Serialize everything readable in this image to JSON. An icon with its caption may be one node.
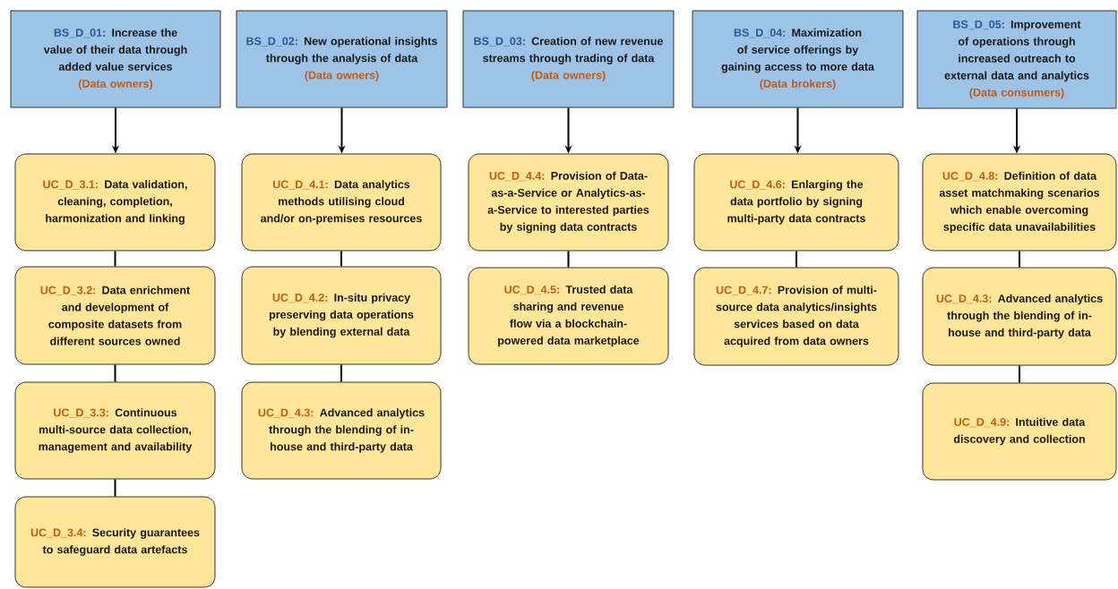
{
  "diagram": {
    "nodes": [
      {
        "text": [
          "BS_D_01:",
          "Increase the value of their data through added value services",
          "(Data owners)"
        ]
      },
      {
        "text": [
          "BS_D_02:",
          "New operational insights through the analysis of data",
          "(Data owners)"
        ]
      },
      {
        "text": [
          "BS_D_03:",
          "Creation of new revenue streams through trading of data",
          "(Data owners)"
        ]
      },
      {
        "text": [
          "BS_D_04:",
          "Maximization of service offerings by gaining access to more data",
          "(Data brokers)"
        ]
      },
      {
        "text": [
          "BS_D_05:",
          "Improvement of operations through increased outreach to external data and analytics",
          "(Data consumers)"
        ]
      },
      {
        "text": [
          "UC_D_3.1:",
          "Data validation, cleaning, completion, harmonization and linking"
        ]
      },
      {
        "text": [
          "UC_D_4.1:",
          "Data analytics methods utilising cloud and/or on-premises resources"
        ]
      },
      {
        "text": [
          "UC_D_4.4:",
          "Provision of Data-as-a-Service or Analytics-as-a-Service to interested parties by signing data contracts"
        ]
      },
      {
        "text": [
          "UC_D_4.6:",
          "Enlarging the data portfolio by signing multi-party data contracts"
        ]
      },
      {
        "text": [
          "UC_D_4.8:",
          "Definition of data asset matchmaking scenarios which enable overcoming specific data unavailabilities"
        ]
      },
      {
        "text": [
          "UC_D_3.2:",
          "Data enrichment and development of composite datasets from different sources owned"
        ]
      },
      {
        "text": [
          "UC_D_4.2:",
          "In-situ privacy preserving data operations by blending external data"
        ]
      },
      {
        "text": [
          "UC_D_4.5:",
          "Trusted data sharing and revenue flow via a blockchain-powered data marketplace"
        ]
      },
      {
        "text": [
          "UC_D_4.7:",
          "Provision of multi-source data analytics/insights services based on data acquired from data owners"
        ]
      },
      {
        "text": [
          "UC_D_4.3:",
          "Advanced analytics through the blending of in-house and third-party data"
        ]
      },
      {
        "text": [
          "UC_D_3.3:",
          "Continuous multi-source data collection, management and availability"
        ]
      },
      {
        "text": [
          "UC_D_4.3:",
          "Advanced analytics through the blending of in-house and third-party data"
        ]
      },
      {
        "text": [
          "UC_D_4.9:",
          "Intuitive data discovery and collection"
        ]
      },
      {
        "text": [
          "UC_D_3.4:",
          "Security guarantees to safeguard data artefacts"
        ]
      }
    ],
    "edges": [
      {
        "from": 0,
        "to": 5,
        "arrow": "to"
      },
      {
        "from": 1,
        "to": 6,
        "arrow": "to"
      },
      {
        "from": 2,
        "to": 7,
        "arrow": "to"
      },
      {
        "from": 3,
        "to": 8,
        "arrow": "to"
      },
      {
        "from": 4,
        "to": 9,
        "arrow": "to"
      },
      {
        "from": 5,
        "to": 10,
        "arrow": "none"
      },
      {
        "from": 10,
        "to": 15,
        "arrow": "none"
      },
      {
        "from": 15,
        "to": 18,
        "arrow": "none"
      },
      {
        "from": 6,
        "to": 11,
        "arrow": "none"
      },
      {
        "from": 11,
        "to": 16,
        "arrow": "none"
      },
      {
        "from": 7,
        "to": 12,
        "arrow": "none"
      },
      {
        "from": 8,
        "to": 13,
        "arrow": "none"
      },
      {
        "from": 9,
        "to": 14,
        "arrow": "none"
      },
      {
        "from": 14,
        "to": 17,
        "arrow": "none"
      }
    ]
  }
}
